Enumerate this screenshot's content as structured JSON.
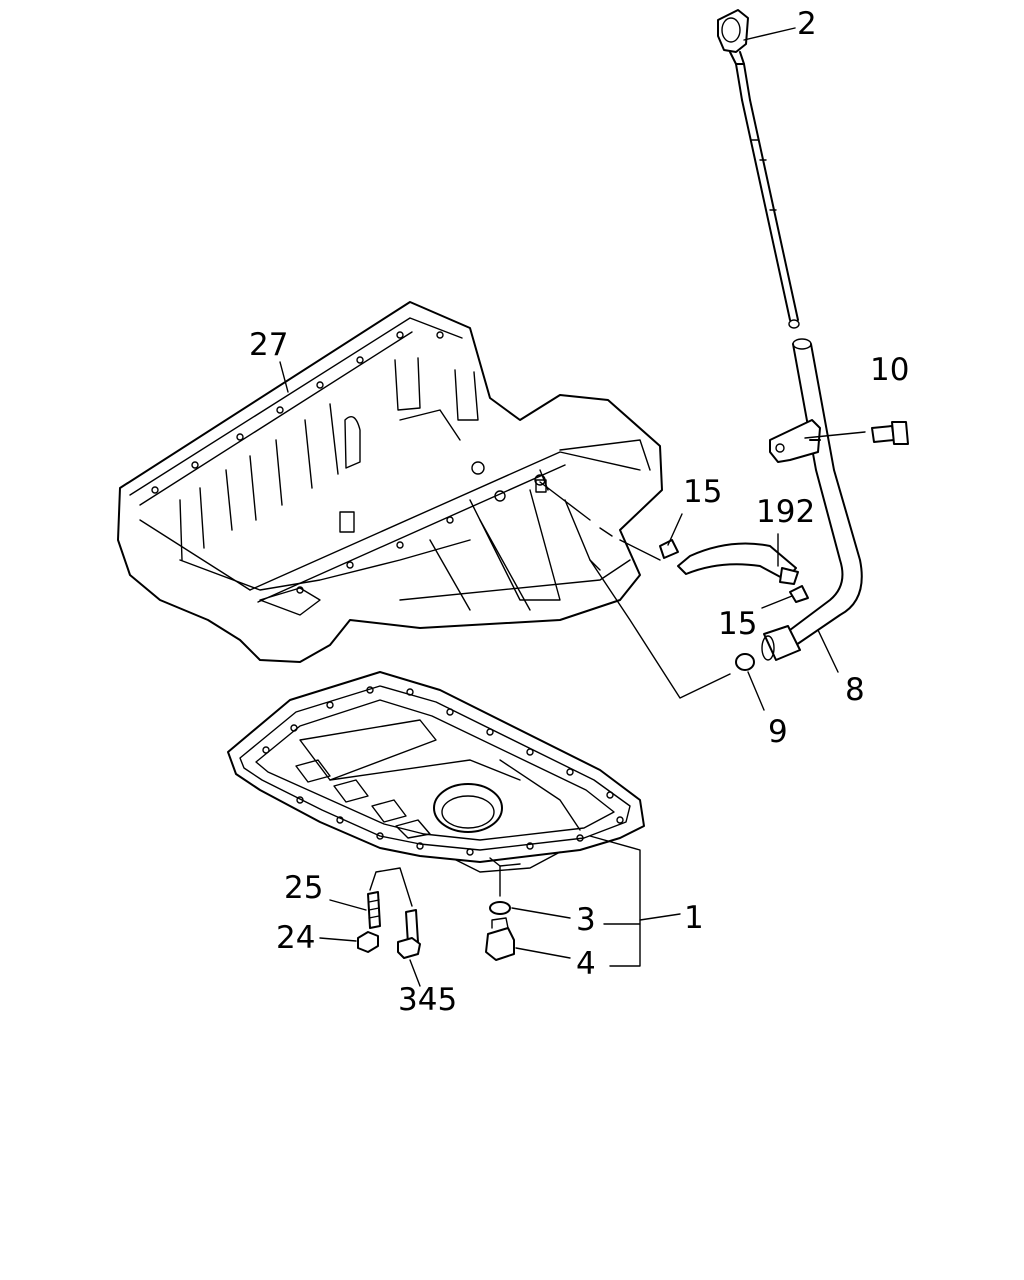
{
  "callouts": {
    "c2": "2",
    "c27": "27",
    "c10": "10",
    "c15a": "15",
    "c192": "192",
    "c15b": "15",
    "c8": "8",
    "c9": "9",
    "c1": "1",
    "c3": "3",
    "c4": "4",
    "c25": "25",
    "c24": "24",
    "c345": "345"
  }
}
